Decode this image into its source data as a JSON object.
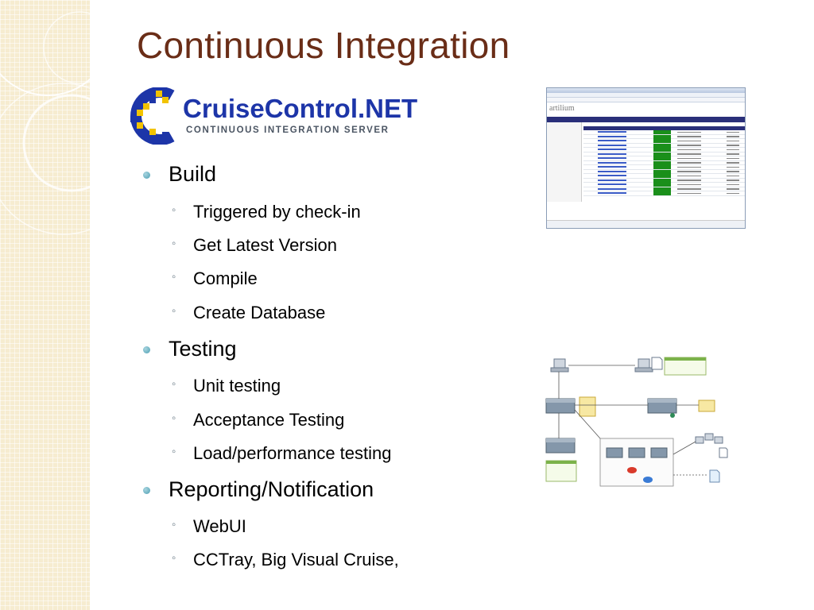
{
  "slide": {
    "title": "Continuous Integration"
  },
  "logo": {
    "name": "CruiseControl.NET",
    "tagline": "CONTINUOUS INTEGRATION SERVER"
  },
  "bullets": [
    {
      "level": 1,
      "text": "Build"
    },
    {
      "level": 2,
      "text": "Triggered by check-in"
    },
    {
      "level": 2,
      "text": "Get Latest Version"
    },
    {
      "level": 2,
      "text": "Compile"
    },
    {
      "level": 2,
      "text": "Create Database"
    },
    {
      "level": 1,
      "text": "Testing"
    },
    {
      "level": 2,
      "text": "Unit testing"
    },
    {
      "level": 2,
      "text": "Acceptance Testing"
    },
    {
      "level": 2,
      "text": "Load/performance testing"
    },
    {
      "level": 1,
      "text": "Reporting/Notification"
    },
    {
      "level": 2,
      "text": "WebUI"
    },
    {
      "level": 2,
      "text": "CCTray, Big Visual Cruise,"
    }
  ],
  "dashboard": {
    "brand": "artilium",
    "row_count": 15
  },
  "colors": {
    "title": "#6a2d17",
    "logo_blue": "#1d35a8",
    "bullet_teal": "#4c9fb3",
    "strip": "#f6ecd0"
  }
}
